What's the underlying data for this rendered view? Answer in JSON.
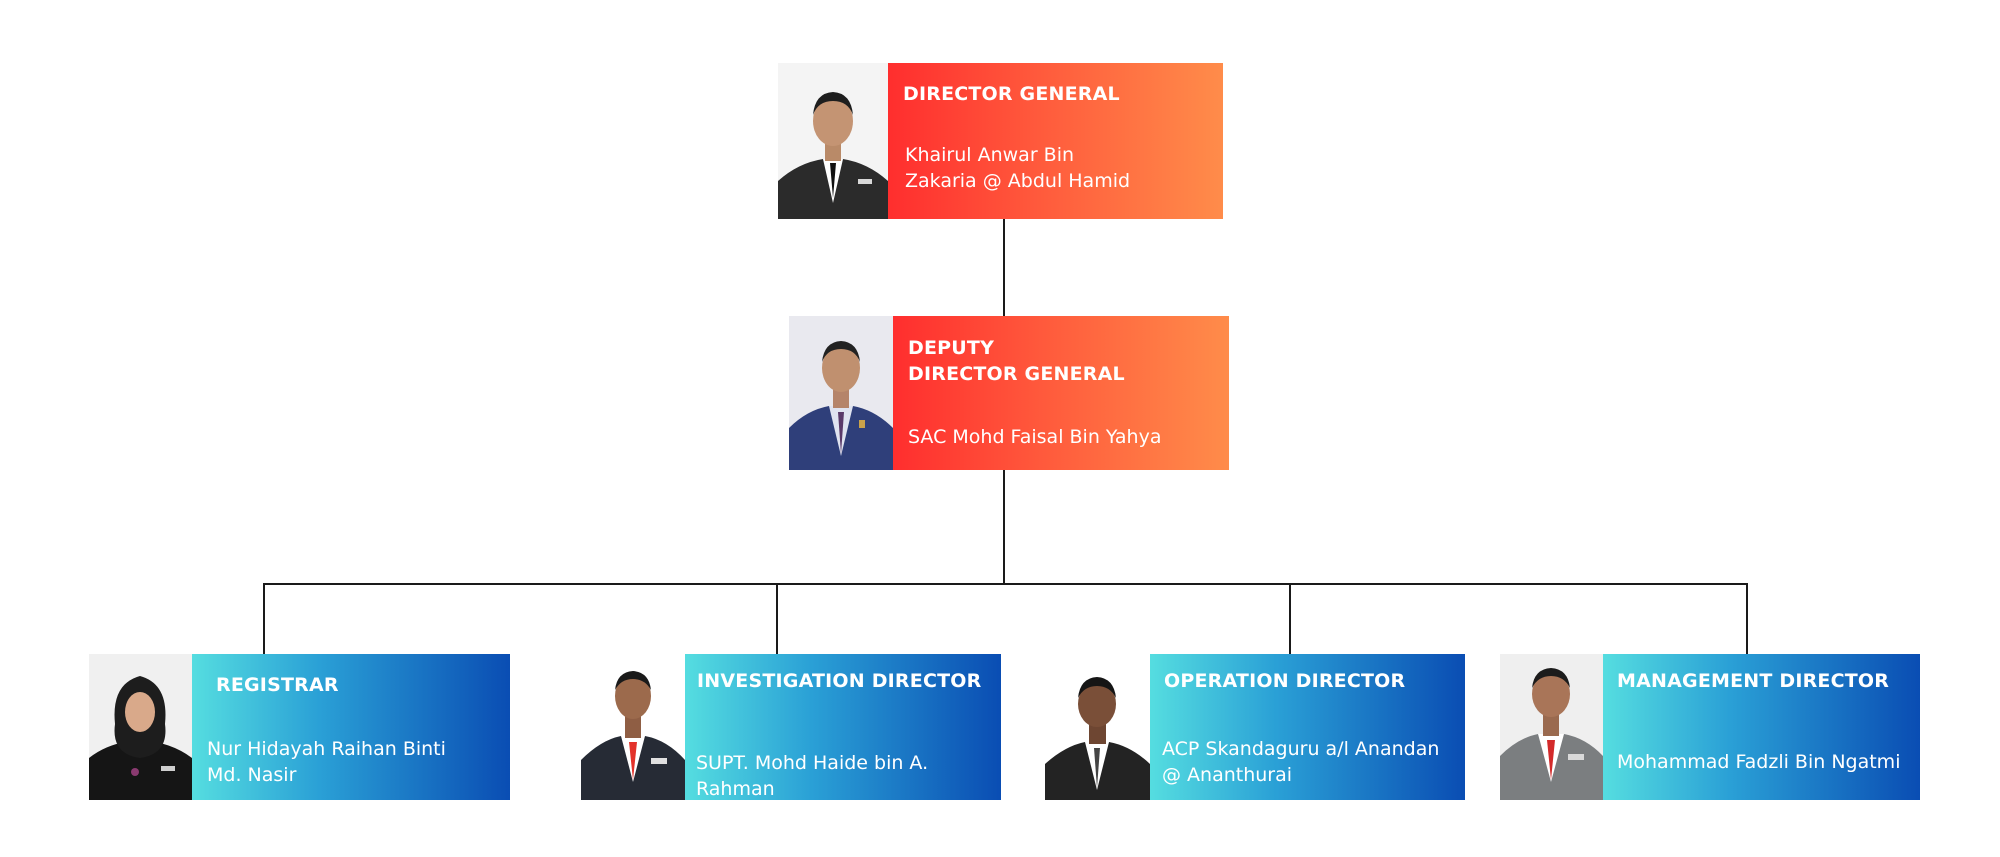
{
  "colors": {
    "leadership_gradient": [
      "#ff2e2e",
      "#ff8c4a"
    ],
    "director_gradient": [
      "#55dde0",
      "#0a4db3"
    ],
    "connector": "#1a1a1a"
  },
  "director_general": {
    "title": "DIRECTOR GENERAL",
    "name": "Khairul Anwar Bin\nZakaria @ Abdul Hamid",
    "photo": "person-portrait-icon"
  },
  "deputy_director_general": {
    "title": "DEPUTY\nDIRECTOR GENERAL",
    "name": "SAC Mohd Faisal Bin Yahya",
    "photo": "person-portrait-icon"
  },
  "directors": [
    {
      "title": "REGISTRAR",
      "name": "Nur Hidayah Raihan Binti\nMd. Nasir",
      "photo": "person-portrait-icon"
    },
    {
      "title": "INVESTIGATION DIRECTOR",
      "name": "SUPT. Mohd Haide bin A.\nRahman",
      "photo": "person-portrait-icon"
    },
    {
      "title": "OPERATION DIRECTOR",
      "name": "ACP Skandaguru a/l Anandan\n@ Ananthurai",
      "photo": "person-portrait-icon"
    },
    {
      "title": "MANAGEMENT DIRECTOR",
      "name": "Mohammad Fadzli Bin Ngatmi",
      "photo": "person-portrait-icon"
    }
  ]
}
